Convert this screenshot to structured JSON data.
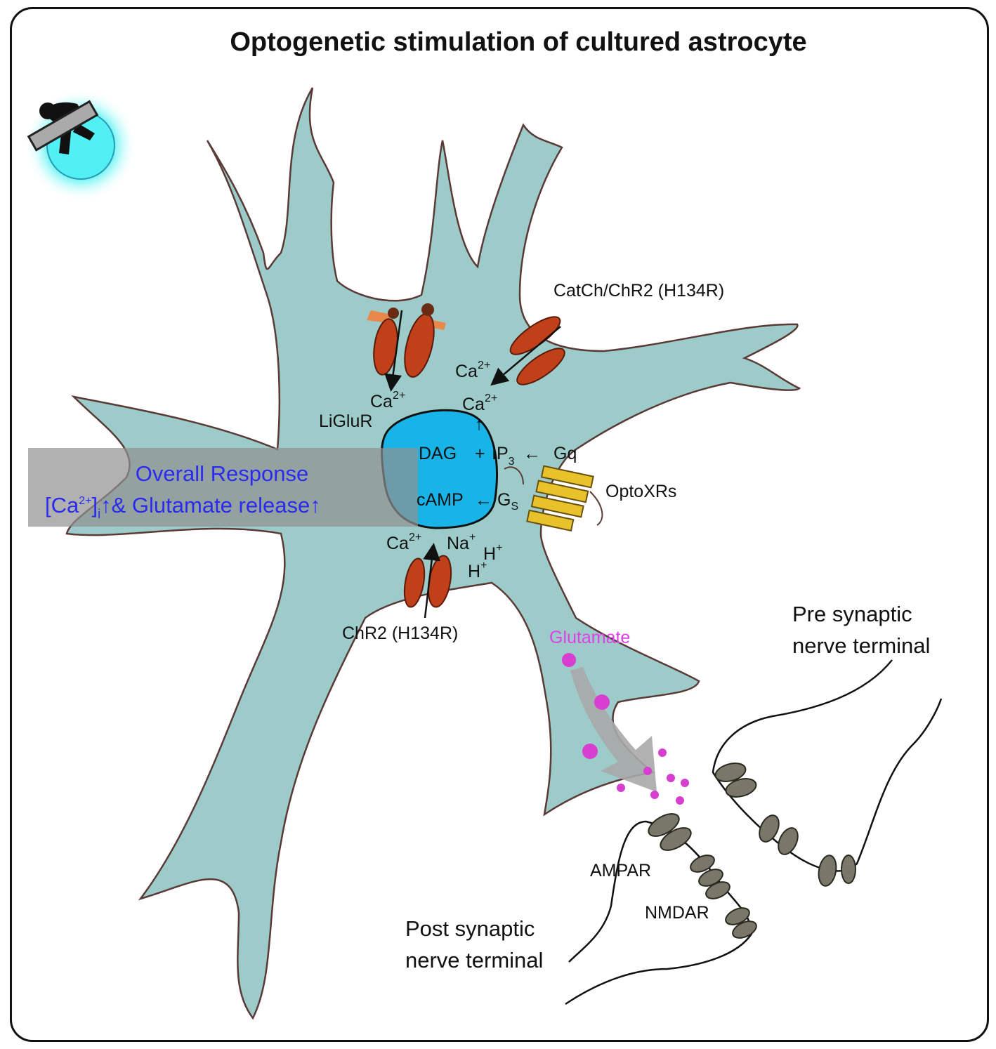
{
  "title": "Optogenetic stimulation of cultured astrocyte",
  "labels": {
    "catch_chr2": "CatCh/ChR2 (H134R)",
    "liglur": "LiGluR",
    "ca_left": "Ca",
    "ca_mid": "Ca",
    "ca_right": "Ca",
    "ca_bottom": "Ca",
    "charge_2plus": "2+",
    "dag": "DAG",
    "plus": "+",
    "ip": "IP",
    "ip_sub": "3",
    "gq_arrow": "←",
    "gq": "Gq",
    "camp": "cAMP",
    "gs_arrow": "←",
    "gs": "G",
    "gs_sub": "S",
    "optoxrs": "OptoXRs",
    "na": "Na",
    "h1": "H",
    "h2": "H",
    "charge_plus": "+",
    "up_arrow": "↑",
    "chr2": "ChR2 (H134R)",
    "glutamate": "Glutamate",
    "pre_line1": "Pre synaptic",
    "pre_line2": "nerve terminal",
    "post_line1": "Post synaptic",
    "post_line2": "nerve terminal",
    "ampar": "AMPAR",
    "nmdar": "NMDAR"
  },
  "overall": {
    "line1": "Overall Response",
    "line2_a": "[Ca",
    "line2_sup": "2+",
    "line2_b": "]",
    "line2_sub": "i",
    "line2_c": "↑& Glutamate release↑"
  },
  "colors": {
    "cell": "#9ccbc9",
    "nucleus": "#18b4e8",
    "channel": "#c0401a",
    "receptor_gold": "#e8c22a",
    "receptor_gray": "#7a776a",
    "glutamate": "#d63fcf",
    "response_text": "#2b2bf0",
    "light_glow": "#4ff2f2"
  }
}
